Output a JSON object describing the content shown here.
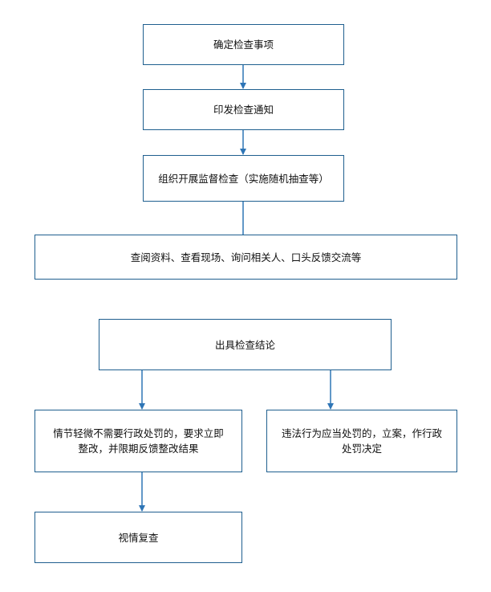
{
  "colors": {
    "border": "#1f5f8f",
    "connector": "#2e75b6",
    "text": "#111111",
    "background": "#ffffff"
  },
  "steps": {
    "confirm": "确定检查事项",
    "notice": "印发检查通知",
    "organize": "组织开展监督检查（实施随机抽查等）",
    "methods": "查阅资料、查看现场、询问相关人、口头反馈交流等",
    "conclusion": "出具检查结论",
    "minor": "情节轻微不需要行政处罚的，要求立即整改，并限期反馈整改结果",
    "violation": "违法行为应当处罚的，立案，作行政处罚决定",
    "review": "视情复查"
  }
}
